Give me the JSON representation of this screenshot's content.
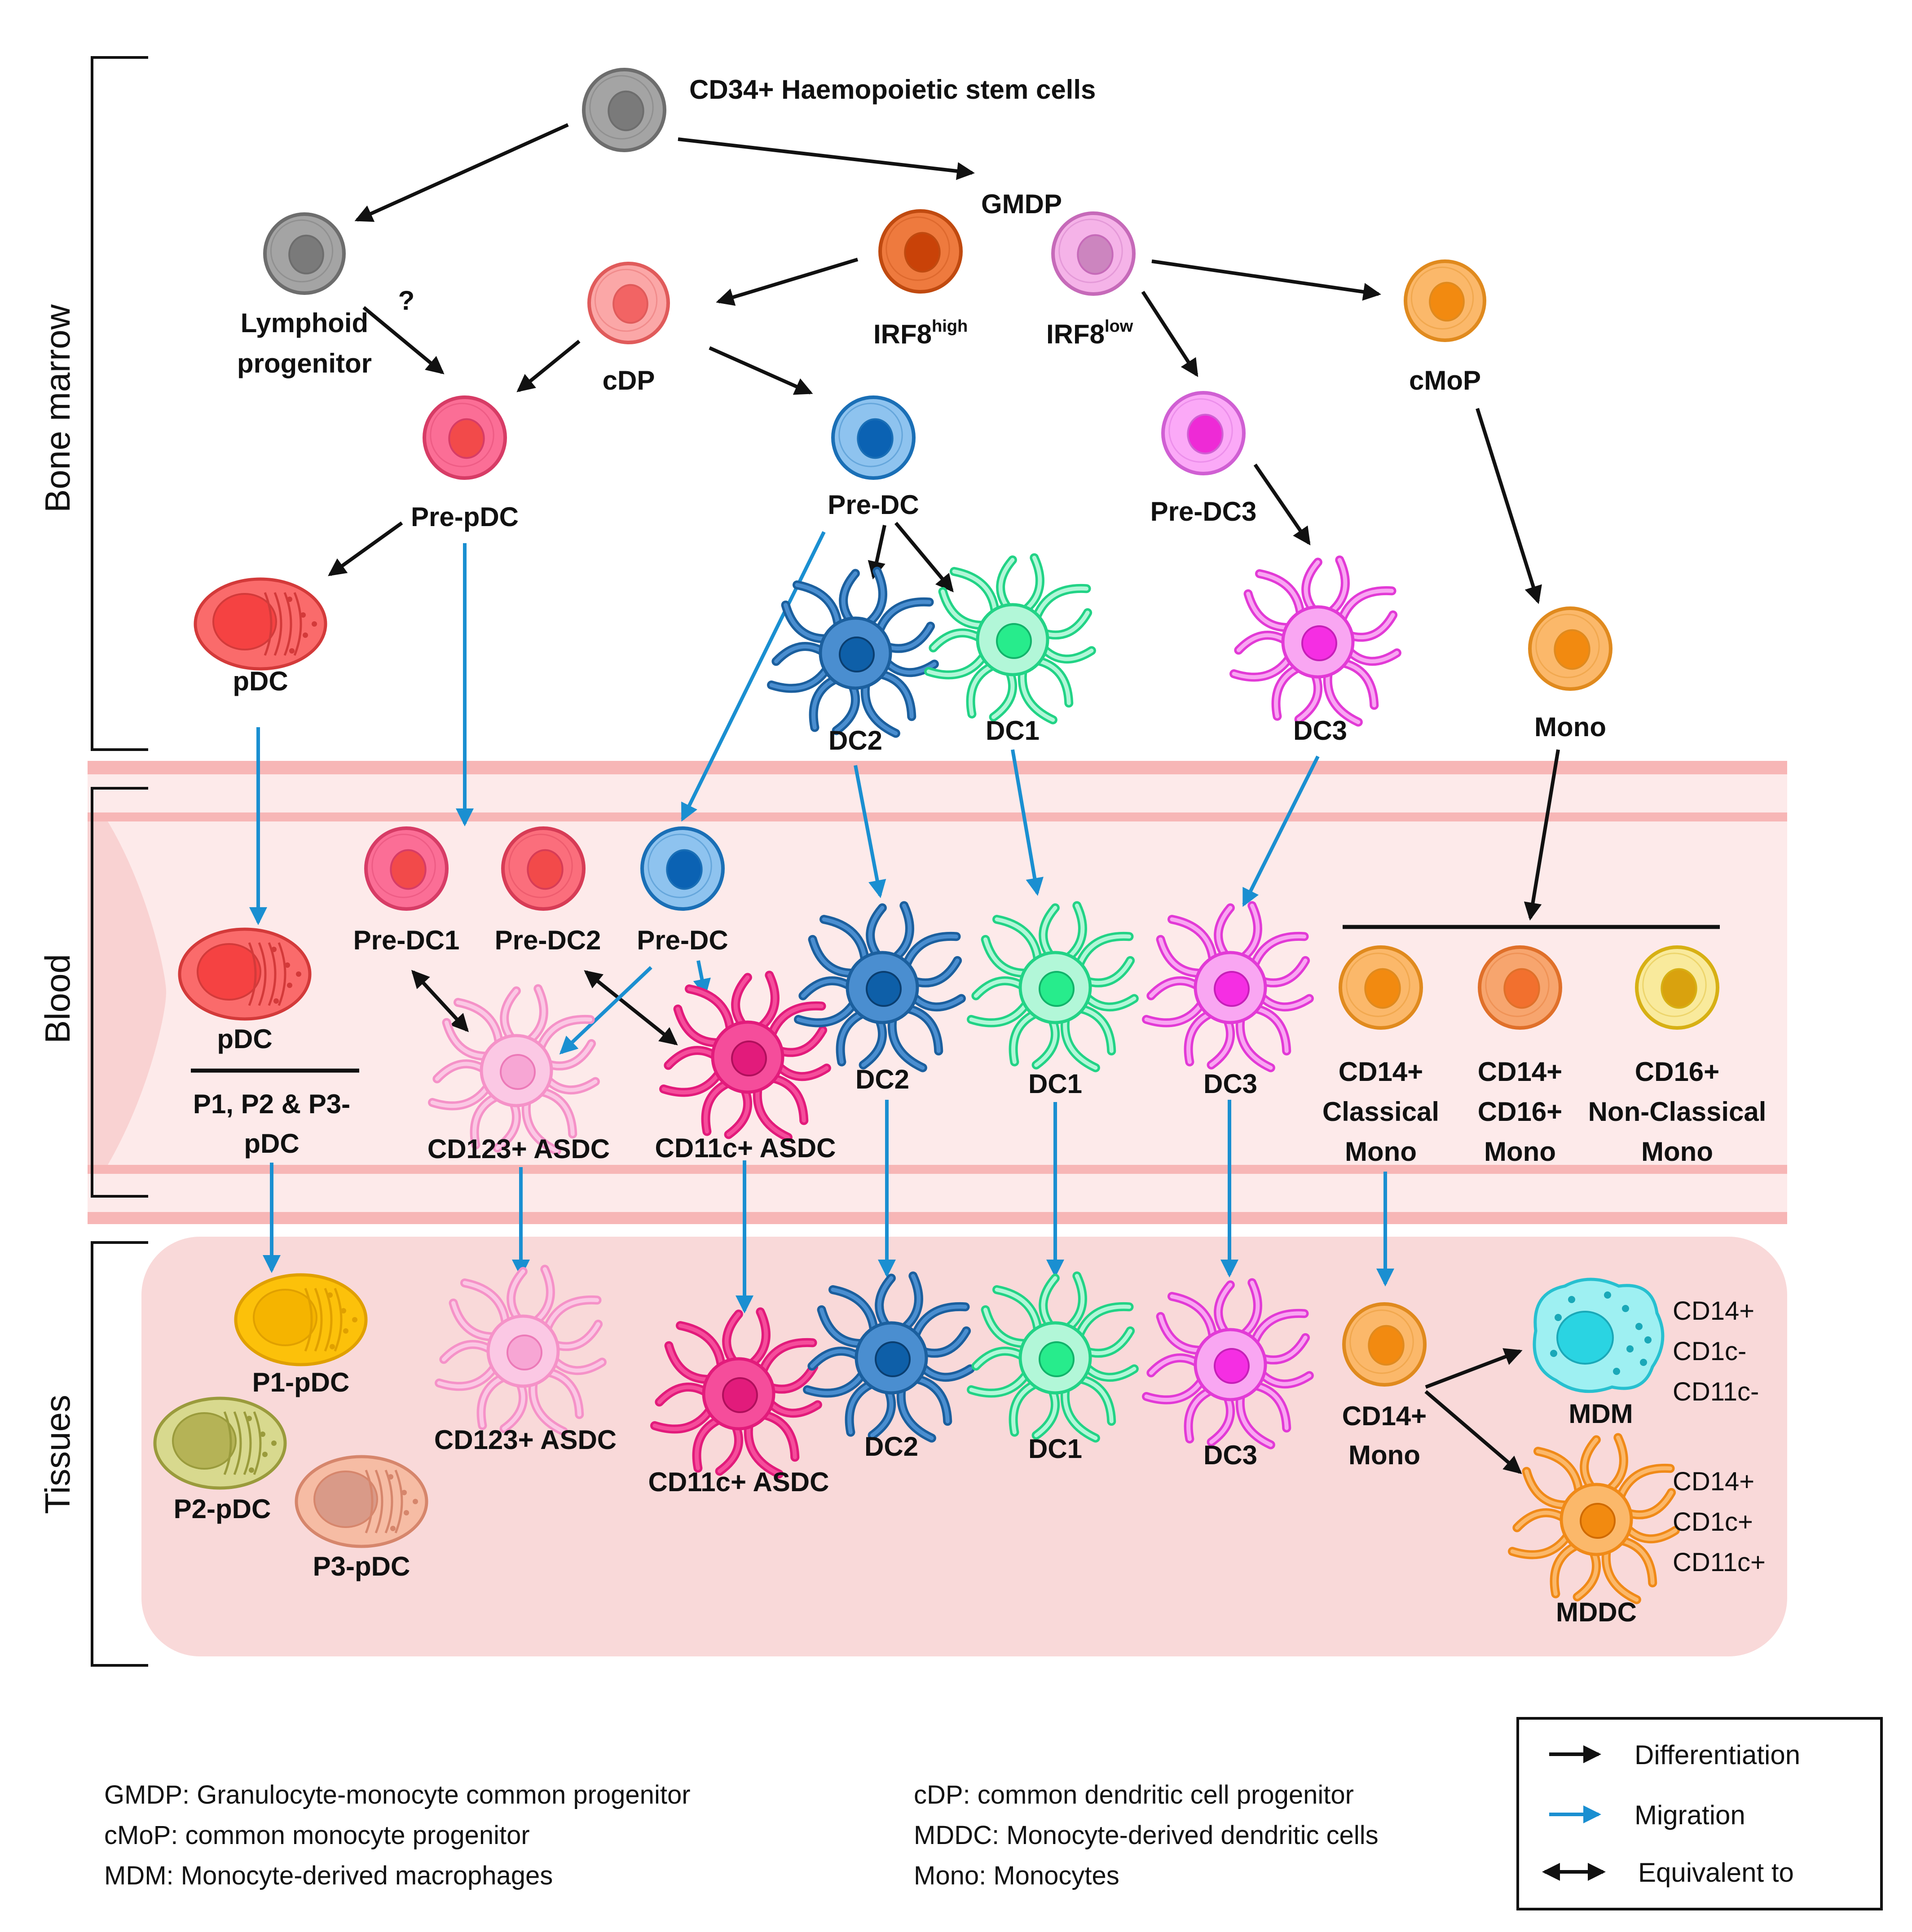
{
  "sections": {
    "bone_marrow": "Bone marrow",
    "blood": "Blood",
    "tissues": "Tissues"
  },
  "colors": {
    "differentiation_arrow": "#111111",
    "migration_arrow": "#1a8fd1",
    "blood_vessel": "#f7b6b6",
    "tissue_bg": "#f9d9d9"
  },
  "labels": {
    "hsc": "CD34+ Haemopoietic stem cells",
    "gmdp": "GMDP",
    "lymphoid_1": "Lymphoid",
    "lymphoid_2": "progenitor",
    "question": "?",
    "irf8_high": "IRF8",
    "irf8_high_sup": "high",
    "irf8_low": "IRF8",
    "irf8_low_sup": "low",
    "cdp": "cDP",
    "cmop": "cMoP",
    "pre_pdc": "Pre-pDC",
    "pre_dc_bm": "Pre-DC",
    "pre_dc3": "Pre-DC3",
    "pdc_bm": "pDC",
    "dc2_bm": "DC2",
    "dc1_bm": "DC1",
    "dc3_bm": "DC3",
    "mono_bm": "Mono",
    "pdc_blood": "pDC",
    "p_pdc_1": "P1, P2 & P3-",
    "p_pdc_2": "pDC",
    "pre_dc1": "Pre-DC1",
    "pre_dc2": "Pre-DC2",
    "pre_dc_blood": "Pre-DC",
    "cd123_asdc_blood": "CD123+ ASDC",
    "cd11c_asdc_blood": "CD11c+ ASDC",
    "dc2_blood": "DC2",
    "dc1_blood": "DC1",
    "dc3_blood": "DC3",
    "classical_1": "CD14+",
    "classical_2": "Classical",
    "classical_3": "Mono",
    "intermediate_1": "CD14+",
    "intermediate_2": "CD16+",
    "intermediate_3": "Mono",
    "nonclassical_1": "CD16+",
    "nonclassical_2": "Non-Classical",
    "nonclassical_3": "Mono",
    "p1_pdc": "P1-pDC",
    "p2_pdc": "P2-pDC",
    "p3_pdc": "P3-pDC",
    "cd123_asdc_tissue": "CD123+ ASDC",
    "cd11c_asdc_tissue": "CD11c+ ASDC",
    "dc2_tissue": "DC2",
    "dc1_tissue": "DC1",
    "dc3_tissue": "DC3",
    "cd14_mono_tissue_1": "CD14+",
    "cd14_mono_tissue_2": "Mono",
    "mdm": "MDM",
    "mddc": "MDDC",
    "mdm_markers_1": "CD14+",
    "mdm_markers_2": "CD1c-",
    "mdm_markers_3": "CD11c-",
    "mddc_markers_1": "CD14+",
    "mddc_markers_2": "CD1c+",
    "mddc_markers_3": "CD11c+"
  },
  "legend": {
    "differentiation": "Differentiation",
    "migration": "Migration",
    "equivalent": "Equivalent to"
  },
  "glossary": {
    "gmdp": "GMDP: Granulocyte-monocyte common progenitor",
    "cmop": "cMoP: common monocyte progenitor",
    "mdm": "MDM: Monocyte-derived macrophages",
    "cdp": "cDP: common dendritic cell progenitor",
    "mddc": "MDDC: Monocyte-derived dendritic cells",
    "mono": "Mono: Monocytes"
  }
}
